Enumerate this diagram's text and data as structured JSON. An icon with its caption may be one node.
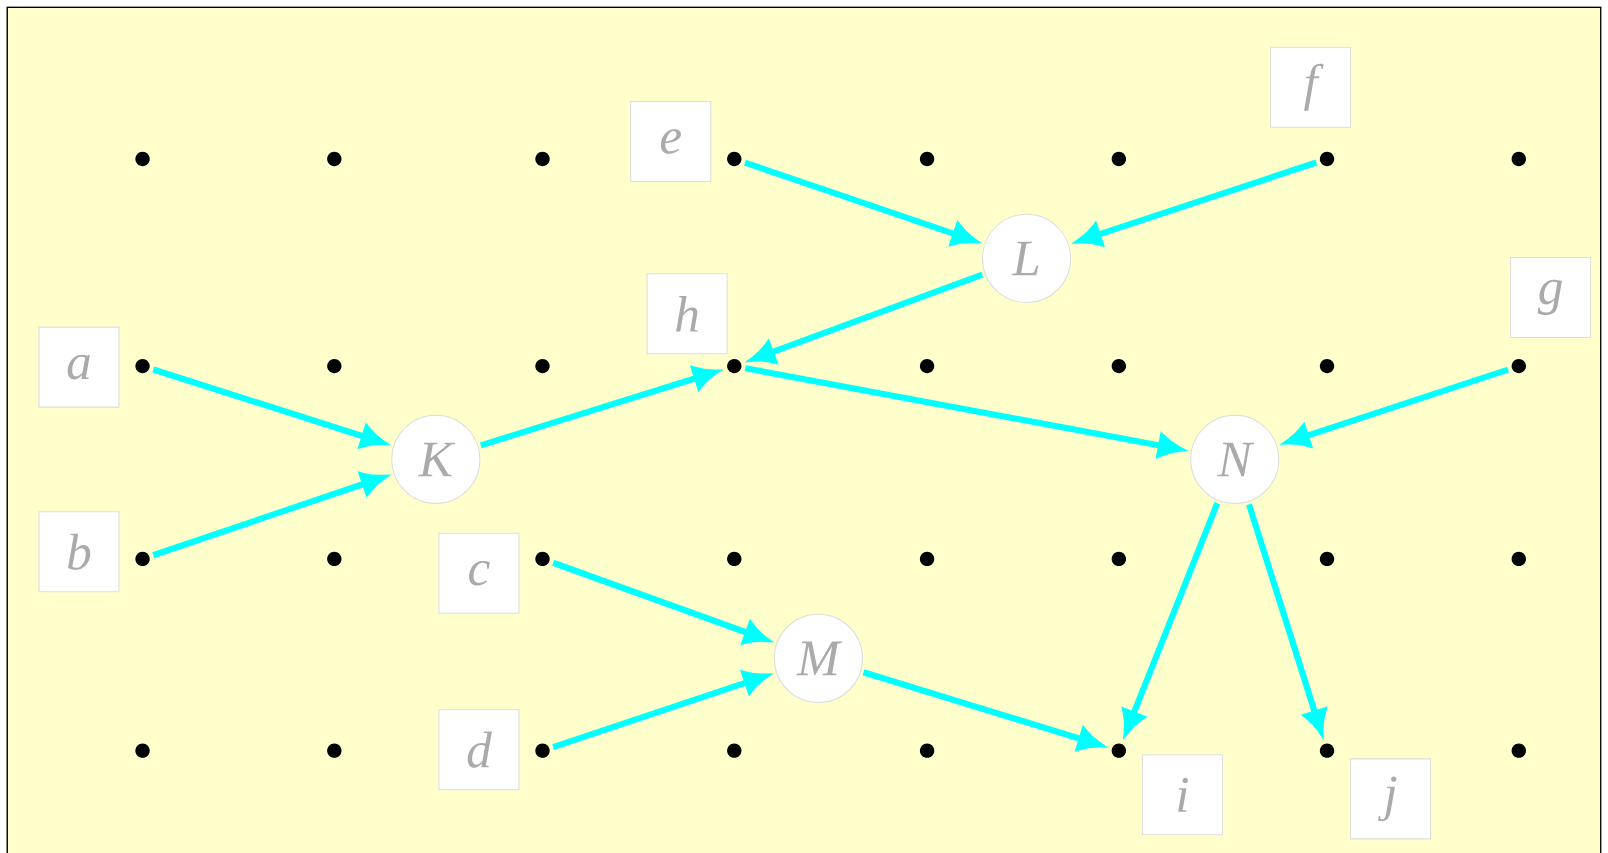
{
  "diagram": {
    "nodes": [
      {
        "text": [],
        "shape": "circle",
        "beside": [
          "a"
        ]
      },
      {
        "text": [],
        "shape": "circle",
        "beside": [
          "b"
        ]
      },
      {
        "text": [],
        "shape": "circle",
        "beside": [
          "c"
        ]
      },
      {
        "text": [],
        "shape": "circle",
        "beside": [
          "d"
        ]
      },
      {
        "text": [],
        "shape": "circle",
        "beside": [
          "e"
        ]
      },
      {
        "text": [],
        "shape": "circle",
        "beside": [
          "f"
        ]
      },
      {
        "text": [],
        "shape": "circle",
        "beside": [
          "g"
        ]
      },
      {
        "text": [],
        "shape": "circle",
        "beside": [
          "h"
        ]
      },
      {
        "text": [],
        "shape": "circle",
        "beside": [
          "i"
        ]
      },
      {
        "text": [],
        "shape": "circle",
        "beside": [
          "j"
        ]
      },
      {
        "text": [
          "K"
        ]
      },
      {
        "text": [
          "L"
        ]
      },
      {
        "text": [
          "M"
        ]
      },
      {
        "text": [
          "N"
        ]
      }
    ],
    "edges": [
      {
        "from": 0,
        "to": 10,
        "arrow": "to"
      },
      {
        "from": 1,
        "to": 10,
        "arrow": "to"
      },
      {
        "from": 10,
        "to": 7,
        "arrow": "to"
      },
      {
        "from": 4,
        "to": 11,
        "arrow": "to"
      },
      {
        "from": 5,
        "to": 11,
        "arrow": "to"
      },
      {
        "from": 11,
        "to": 7,
        "arrow": "to"
      },
      {
        "from": 7,
        "to": 13,
        "arrow": "to"
      },
      {
        "from": 6,
        "to": 13,
        "arrow": "to"
      },
      {
        "from": 2,
        "to": 12,
        "arrow": "to"
      },
      {
        "from": 3,
        "to": 12,
        "arrow": "to"
      },
      {
        "from": 12,
        "to": 8,
        "arrow": "to"
      },
      {
        "from": 13,
        "to": 8,
        "arrow": "to"
      },
      {
        "from": 13,
        "to": 9,
        "arrow": "to"
      }
    ]
  }
}
